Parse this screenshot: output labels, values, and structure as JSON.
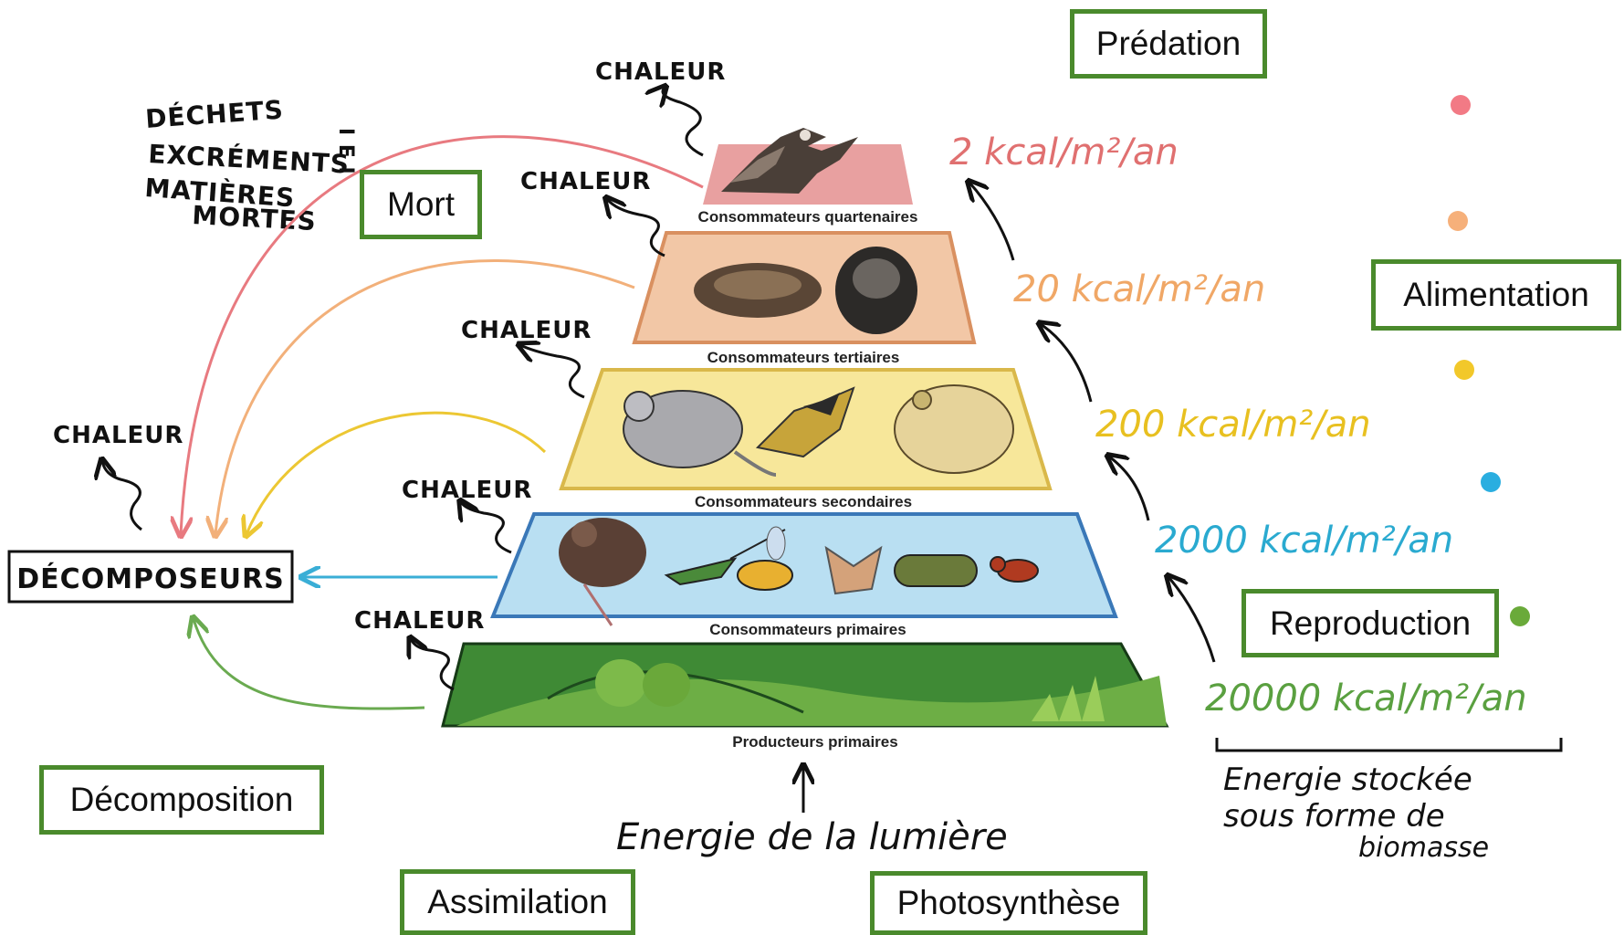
{
  "levels": [
    {
      "label": "Consommateurs quartenaires",
      "color": "#e8a0a0"
    },
    {
      "label": "Consommateurs tertiaires",
      "color": "#f2c7a6"
    },
    {
      "label": "Consommateurs secondaires",
      "color": "#f7e79a"
    },
    {
      "label": "Consommateurs primaires",
      "color": "#b9dff2"
    },
    {
      "label": "Producteurs primaires",
      "color": "#3f8a35"
    }
  ],
  "energy": [
    {
      "text": "2 kcal/m²/an",
      "color": "#e07070"
    },
    {
      "text": "20 kcal/m²/an",
      "color": "#f0a766"
    },
    {
      "text": "200 kcal/m²/an",
      "color": "#e8c020"
    },
    {
      "text": "2000 kcal/m²/an",
      "color": "#2aaad0"
    },
    {
      "text": "20000 kcal/m²/an",
      "color": "#5aa040"
    }
  ],
  "heat_label": "CHALEUR",
  "decomposers": "DÉCOMPOSEURS",
  "waste": [
    "DÉCHETS",
    "EXCRÉMENTS",
    "MATIÈRES",
    "MORTES"
  ],
  "waste_note": "I E I",
  "light_energy": "Energie de la lumière",
  "stored_energy": [
    "Energie stockée",
    "sous forme de",
    "biomasse"
  ],
  "boxes": {
    "predation": "Prédation",
    "mort": "Mort",
    "alimentation": "Alimentation",
    "reproduction": "Reproduction",
    "decomposition": "Décomposition",
    "assimilation": "Assimilation",
    "photosynthese": "Photosynthèse"
  }
}
